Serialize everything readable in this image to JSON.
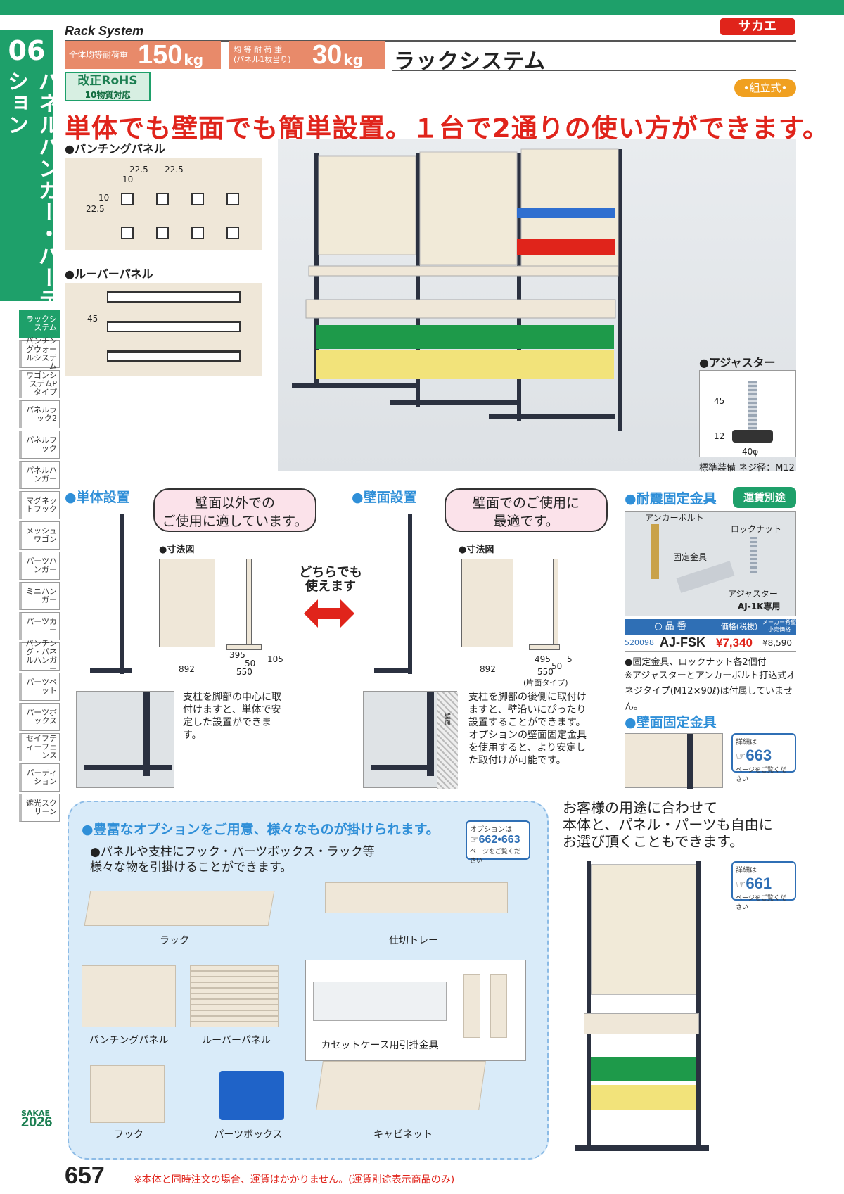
{
  "brand": {
    "logo": "サカエ"
  },
  "side": {
    "chapter_num": "06",
    "chapter_title": "パネルハンガー・パーティション"
  },
  "nav": [
    "ラックシステム",
    "パンチングウォールシステム",
    "ワゴンシステムPタイプ",
    "パネルラック2",
    "パネルフック",
    "パネルハンガー",
    "マグネットフック",
    "メッシュワゴン",
    "パーツハンガー",
    "ミニハンガー",
    "パーツカー",
    "パンチング・パネルハンガー",
    "パーツペット",
    "パーツボックス",
    "セイフティーフェンス",
    "パーティション",
    "遮光スクリーン"
  ],
  "header": {
    "en_title": "Rack System",
    "load1_label": "全体均等耐荷重",
    "load1_value": "150",
    "load1_unit": "kg",
    "load2_label": "均 等 耐 荷 重\n(パネル1枚当り)",
    "load2_value": "30",
    "load2_unit": "kg",
    "jp_title": "ラックシステム",
    "rohs_main": "改正RoHS",
    "rohs_sub": "10物質対応",
    "assembly": "•組立式•",
    "headline": "単体でも壁面でも簡単設置。１台で2通りの使い方ができます。"
  },
  "punching": {
    "caption": "●パンチングパネル",
    "d1": "22.5",
    "d2": "22.5",
    "d3": "10",
    "d4": "10",
    "d5": "22.5"
  },
  "louver": {
    "caption": "●ルーバーパネル",
    "d": "45"
  },
  "adjuster": {
    "caption": "●アジャスター",
    "h1": "45",
    "h2": "12",
    "w": "40φ",
    "note": "標準装備 ネジ径：M12"
  },
  "single": {
    "title": "●単体設置",
    "bubble": "壁面以外での\nご使用に適しています。",
    "dim_title": "●寸法図",
    "w": "892",
    "d1": "395",
    "d2": "50",
    "d3": "105",
    "d4": "550",
    "desc": "支柱を脚部の中心に取付けますと、単体で安定した設置ができます。"
  },
  "wall": {
    "title": "●壁面設置",
    "bubble": "壁面でのご使用に\n最適です。",
    "dim_title": "●寸法図",
    "w": "892",
    "d1": "495",
    "d2": "50",
    "d3": "5",
    "d4": "550",
    "d5": "(片面タイプ)",
    "wall_label": "壁面",
    "desc": "支柱を脚部の後側に取付けますと、壁沿いにぴったり設置することができます。オプションの壁面固定金具を使用すると、より安定した取付けが可能です。"
  },
  "either": "どちらでも\n使えます",
  "quake": {
    "title": "●耐震固定金具",
    "tag": "運賃別途",
    "labels": {
      "anchor": "アンカーボルト",
      "nut": "ロックナット",
      "fix": "固定金具",
      "adj": "アジャスター",
      "adj_only": "AJ-1K専用"
    },
    "table_head": [
      "○ 品 番",
      "価格(税抜)",
      "メーカー希望小売価格"
    ],
    "row": {
      "code": "520098",
      "part": "AJ-FSK",
      "price": "¥7,340",
      "msrp": "¥8,590"
    },
    "note1": "●固定金具、ロックナット各2個付",
    "note2": "※アジャスターとアンカーボルト打込式オネジタイプ(M12×90ℓ)は付属していません。"
  },
  "wallfix": {
    "title": "●壁面固定金具",
    "ref_label": "詳細は",
    "ref_page": "663",
    "ref_suffix": "ページをご覧ください"
  },
  "options": {
    "title": "●豊富なオプションをご用意、様々なものが掛けられます。",
    "desc": "●パネルや支柱にフック・パーツボックス・ラック等\n様々な物を引掛けることができます。",
    "ref_label": "オプションは",
    "ref_page": "662•663",
    "ref_suffix": "ページをご覧ください",
    "items": [
      "ラック",
      "仕切トレー",
      "パンチングパネル",
      "ルーバーパネル",
      "カセットケース用引掛金具",
      "フック",
      "パーツボックス",
      "キャビネット"
    ]
  },
  "custom": {
    "text": "お客様の用途に合わせて\n本体と、パネル・パーツも自由に\nお選び頂くこともできます。",
    "ref_label": "詳細は",
    "ref_page": "661",
    "ref_suffix": "ページをご覧ください"
  },
  "footer": {
    "page": "657",
    "note": "※本体と同時注文の場合、運賃はかかりません。(運賃別途表示商品のみ)",
    "sakae": "SAKAE",
    "year": "2026"
  }
}
